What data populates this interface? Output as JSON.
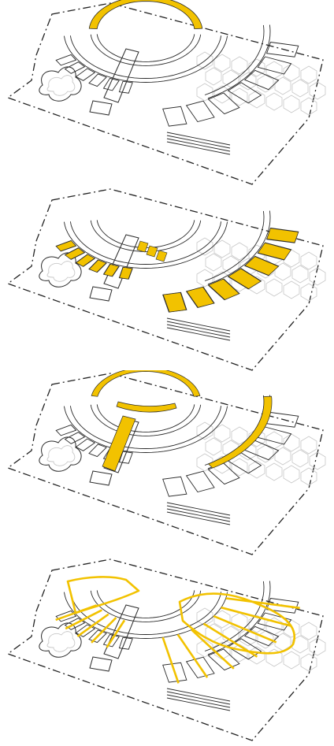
{
  "colors": {
    "background": "#ffffff",
    "outline": "#2a2a2a",
    "faint": "#c8c8c8",
    "boundary": "#222222",
    "highlight": "#f2c200"
  },
  "panels": [
    {
      "id": "central-arc-path",
      "highlight": "arc"
    },
    {
      "id": "building-units",
      "highlight": "buildings"
    },
    {
      "id": "main-circulation",
      "highlight": "circulation"
    },
    {
      "id": "green-network",
      "highlight": "network"
    }
  ]
}
